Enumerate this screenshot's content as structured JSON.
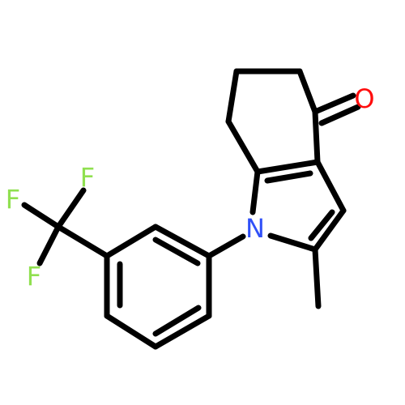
{
  "molecule": {
    "atom_labels": {
      "oxygen": "O",
      "nitrogen": "N",
      "fluorine_1": "F",
      "fluorine_2": "F",
      "fluorine_3": "F"
    },
    "colors": {
      "bond": "#000000",
      "oxygen": "#ff0d0d",
      "nitrogen": "#3050f8",
      "fluorine": "#90e050",
      "background": "#ffffff"
    }
  }
}
